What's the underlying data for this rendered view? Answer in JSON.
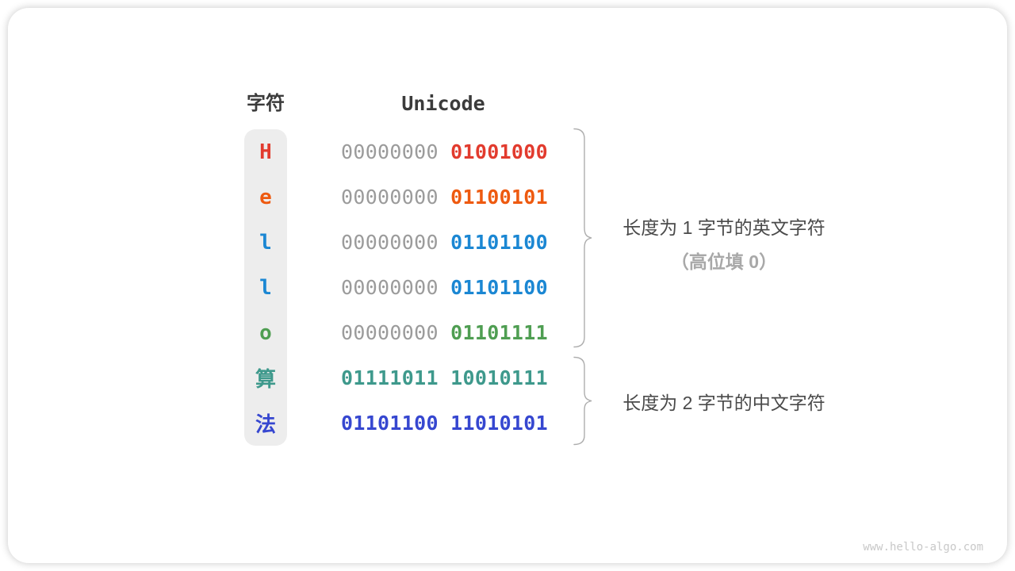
{
  "header": {
    "char_column": "字符",
    "unicode_column": "Unicode"
  },
  "rows": [
    {
      "char": "H",
      "color": "#e23b2e",
      "byte1": "00000000",
      "byte1_color": "#9b9b9b",
      "byte1_bold": false,
      "byte2": "01001000"
    },
    {
      "char": "e",
      "color": "#ee5a10",
      "byte1": "00000000",
      "byte1_color": "#9b9b9b",
      "byte1_bold": false,
      "byte2": "01100101"
    },
    {
      "char": "l",
      "color": "#1b87d3",
      "byte1": "00000000",
      "byte1_color": "#9b9b9b",
      "byte1_bold": false,
      "byte2": "01101100"
    },
    {
      "char": "l",
      "color": "#1b87d3",
      "byte1": "00000000",
      "byte1_color": "#9b9b9b",
      "byte1_bold": false,
      "byte2": "01101100"
    },
    {
      "char": "o",
      "color": "#4f9e52",
      "byte1": "00000000",
      "byte1_color": "#9b9b9b",
      "byte1_bold": false,
      "byte2": "01101111"
    },
    {
      "char": "算",
      "color": "#3e998c",
      "byte1": "01111011",
      "byte1_color": "#3e998c",
      "byte1_bold": true,
      "byte2": "10010111"
    },
    {
      "char": "法",
      "color": "#3647d0",
      "byte1": "01101100",
      "byte1_color": "#3647d0",
      "byte1_bold": true,
      "byte2": "11010101"
    }
  ],
  "annotations": {
    "english_bytes": {
      "line1": "长度为 1 字节的英文字符",
      "line2": "（高位填 0）"
    },
    "chinese_bytes": {
      "line1": "长度为 2 字节的中文字符"
    }
  },
  "watermark": "www.hello-algo.com",
  "colors": {
    "header_text": "#3b3b3b",
    "gray_byte": "#9b9b9b",
    "brace": "#adadad",
    "annotation_text": "#4a4a4a",
    "annotation_muted": "#a8a8a8",
    "char_strip_bg": "#ededed",
    "watermark": "#c8c8c8",
    "card_bg": "#ffffff"
  }
}
